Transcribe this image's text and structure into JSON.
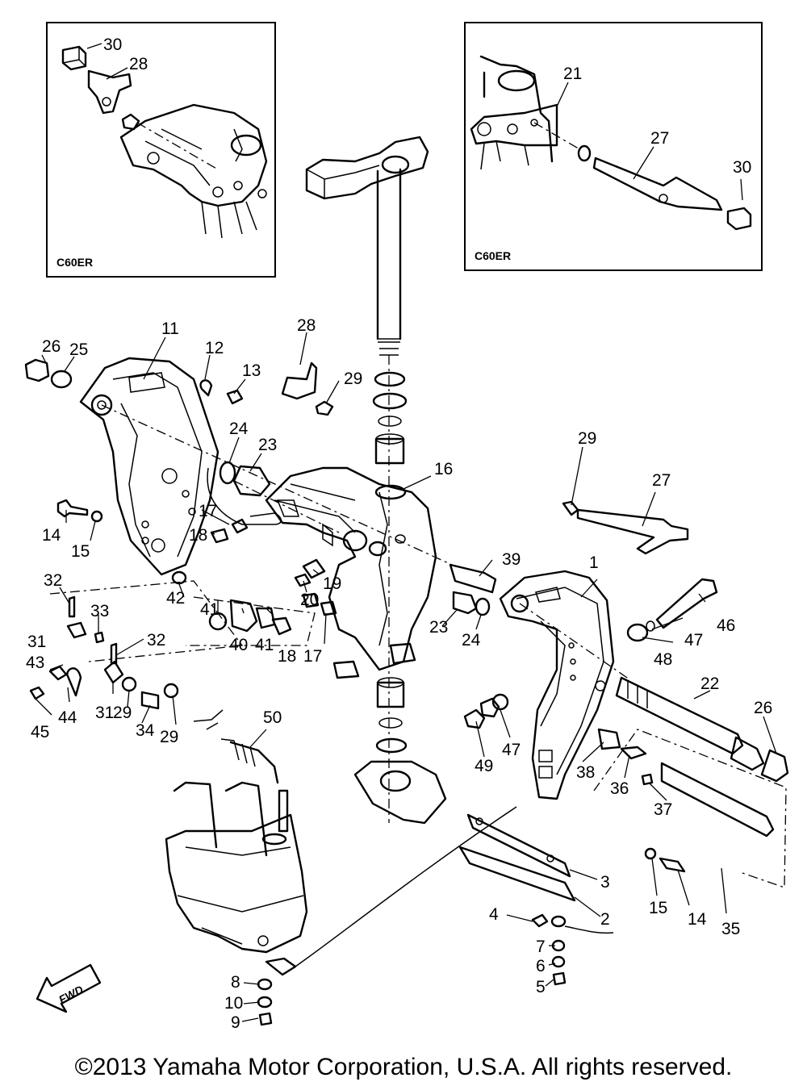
{
  "insets": [
    {
      "label": "C60ER",
      "callouts": [
        "30",
        "28"
      ]
    },
    {
      "label": "C60ER",
      "callouts": [
        "21",
        "27",
        "30"
      ]
    }
  ],
  "callouts": [
    "11",
    "12",
    "13",
    "26",
    "25",
    "28",
    "29",
    "24",
    "23",
    "16",
    "14",
    "15",
    "17",
    "18",
    "19",
    "20",
    "42",
    "32",
    "33",
    "31",
    "43",
    "44",
    "45",
    "41",
    "40",
    "41",
    "18",
    "17",
    "32",
    "31",
    "29",
    "34",
    "29",
    "39",
    "23",
    "24",
    "1",
    "29",
    "27",
    "46",
    "47",
    "48",
    "22",
    "26",
    "47",
    "49",
    "38",
    "36",
    "37",
    "50",
    "3",
    "2",
    "15",
    "14",
    "35",
    "4",
    "7",
    "6",
    "5",
    "8",
    "10",
    "9"
  ],
  "fwd_label": "FWD",
  "copyright": "©2013 Yamaha Motor Corporation, U.S.A. All rights reserved."
}
